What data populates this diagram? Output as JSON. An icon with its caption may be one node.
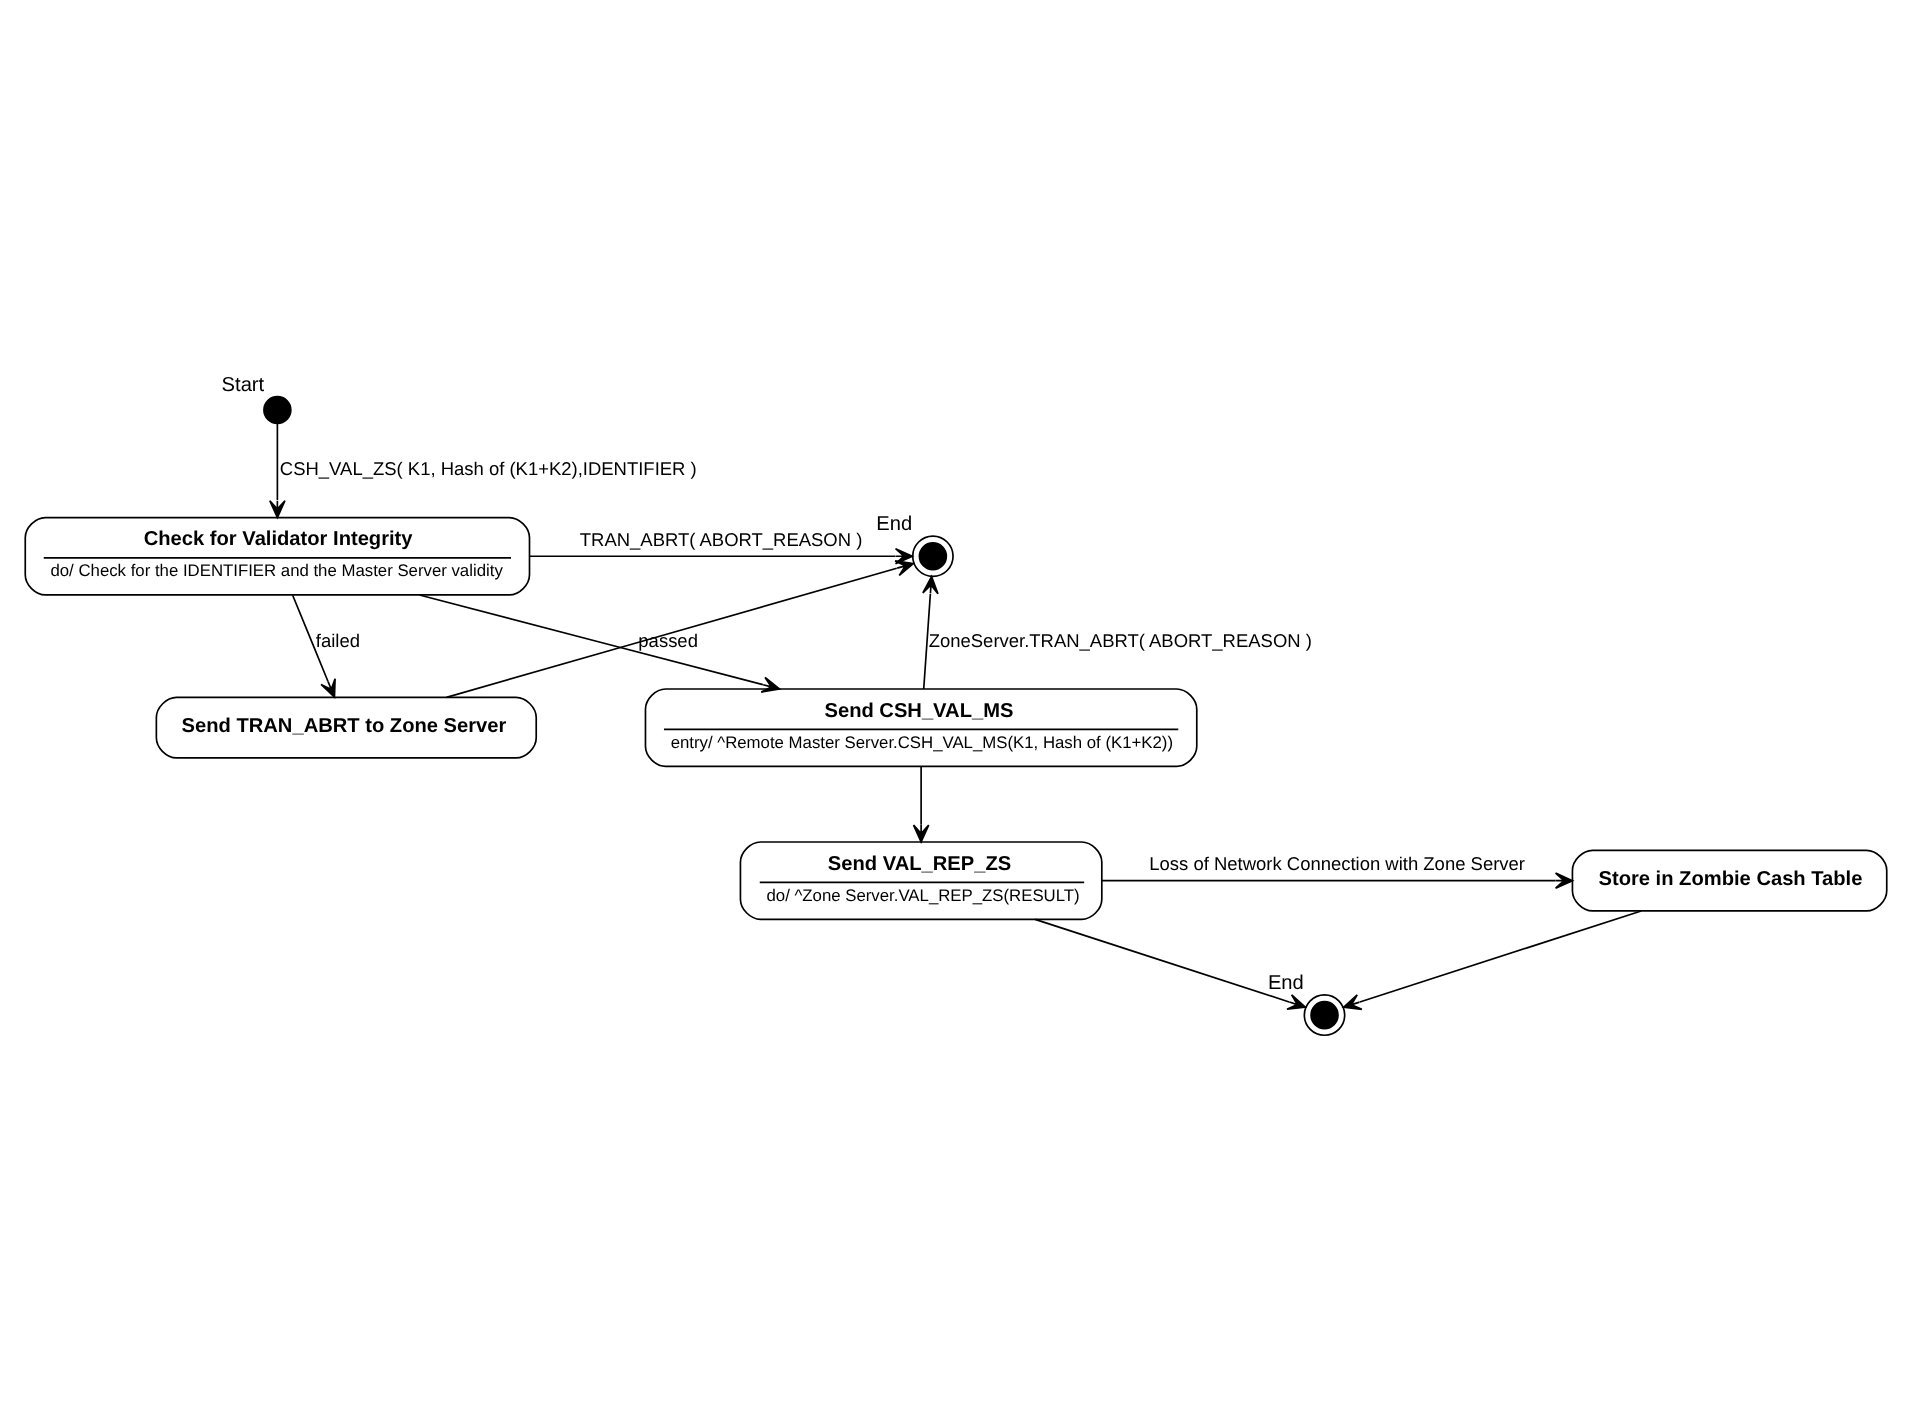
{
  "diagram": {
    "nodes": [
      {
        "text": [],
        "shape": "circle",
        "beside": [
          "Start"
        ]
      },
      {
        "text": [
          "Check for Validator Integrity",
          "do/ Check for the IDENTIFIER and the Master Server validity"
        ]
      },
      {
        "text": [],
        "shape": "circle",
        "beside": [
          "End"
        ]
      },
      {
        "text": [
          "Send TRAN_ABRT to Zone Server"
        ]
      },
      {
        "text": [
          "Send CSH_VAL_MS",
          "entry/ ^Remote Master Server.CSH_VAL_MS(K1, Hash of (K1+K2))"
        ]
      },
      {
        "text": [
          "Send VAL_REP_ZS",
          "do/ ^Zone Server.VAL_REP_ZS(RESULT)"
        ]
      },
      {
        "text": [
          "Store in Zombie Cash Table"
        ]
      },
      {
        "text": [],
        "shape": "circle",
        "beside": [
          "End"
        ]
      }
    ],
    "edges": [
      {
        "from": 0,
        "to": 1,
        "arrow": "to",
        "label": "CSH_VAL_ZS( K1, Hash of (K1+K2),IDENTIFIER )"
      },
      {
        "from": 1,
        "to": 2,
        "arrow": "to",
        "label": "TRAN_ABRT( ABORT_REASON )"
      },
      {
        "from": 1,
        "to": 3,
        "arrow": "to",
        "label": "failed"
      },
      {
        "from": 3,
        "to": 2,
        "arrow": "to"
      },
      {
        "from": 1,
        "to": 4,
        "arrow": "to",
        "label": "passed"
      },
      {
        "from": 4,
        "to": 2,
        "arrow": "to",
        "label": "ZoneServer.TRAN_ABRT( ABORT_REASON )"
      },
      {
        "from": 4,
        "to": 5,
        "arrow": "to"
      },
      {
        "from": 5,
        "to": 6,
        "arrow": "to",
        "label": "Loss of Network Connection with Zone Server"
      },
      {
        "from": 5,
        "to": 7,
        "arrow": "to"
      },
      {
        "from": 6,
        "to": 7,
        "arrow": "to"
      }
    ]
  }
}
